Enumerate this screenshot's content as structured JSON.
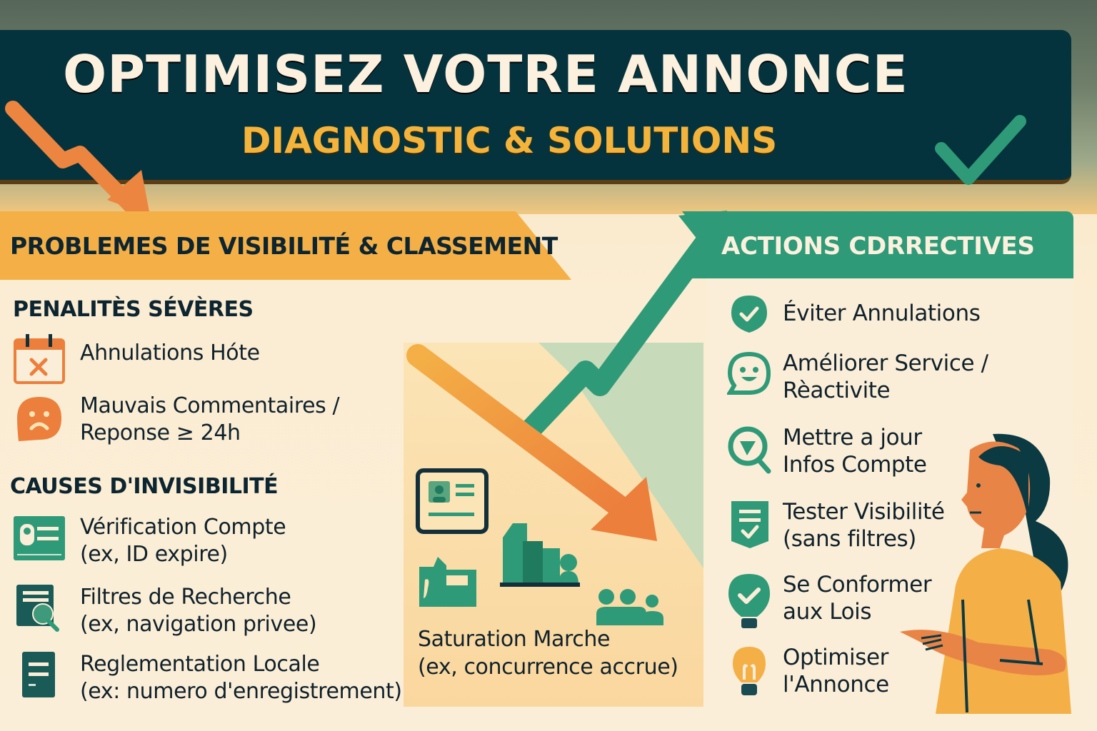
{
  "header": {
    "title": "OPTIMISEZ VOTRE ANNONCE",
    "subtitle": "DIAGNOSTIC & SOLUTIONS",
    "colors": {
      "background": "#05333d",
      "title": "#fcf1df",
      "subtitle": "#f4b43c",
      "check": "#2f9a78",
      "arrow": "#ec8540"
    }
  },
  "problems": {
    "banner_label": "PROBLEMES DE VISIBILITÉ & CLASSEMENT",
    "banner_color": "#f4b046",
    "penalties": {
      "heading": "PENALITÈS SÉVÈRES",
      "items": [
        {
          "icon": "calendar-x-icon",
          "lines": [
            "Ahnulations Hóte"
          ]
        },
        {
          "icon": "sad-face-bubble-icon",
          "lines": [
            "Mauvais Commentaires /",
            "Reponse ≥ 24h"
          ]
        }
      ]
    },
    "causes": {
      "heading": "CAUSES D'INVISIBILITÉ",
      "items": [
        {
          "icon": "id-card-icon",
          "lines": [
            "Vérification Compte",
            "(ex, ID expire)"
          ]
        },
        {
          "icon": "document-search-icon",
          "lines": [
            "Filtres de Recherche",
            "(ex, navigation privee)"
          ]
        },
        {
          "icon": "document-list-icon",
          "lines": [
            "Reglementation Locale",
            "(ex: numero d'enregistrement)"
          ]
        }
      ]
    }
  },
  "market": {
    "lines": [
      "Saturation Marche",
      "(ex, concurrence accrue)"
    ],
    "icons": [
      "id-card-frame-icon",
      "buildings-icon",
      "map-card-icon",
      "group-people-icon"
    ]
  },
  "actions": {
    "banner_label": "ACTIONS CDRRECTIVES",
    "banner_color": "#2f9a78",
    "items": [
      {
        "icon": "shield-check-icon",
        "lines": [
          "Éviter Annulations"
        ]
      },
      {
        "icon": "smiley-bubble-icon",
        "lines": [
          "Améliorer Service /",
          "Rèactivite"
        ]
      },
      {
        "icon": "search-update-icon",
        "lines": [
          "Mettre a jour",
          "Infos Compte"
        ]
      },
      {
        "icon": "badge-check-icon",
        "lines": [
          "Tester Visibilité",
          "(sans filtres)"
        ]
      },
      {
        "icon": "bulb-check-icon",
        "lines": [
          "Se Conformer",
          "aux Lois"
        ]
      },
      {
        "icon": "lightbulb-icon",
        "lines": [
          "Optimiser",
          "l'Annonce"
        ]
      }
    ]
  }
}
